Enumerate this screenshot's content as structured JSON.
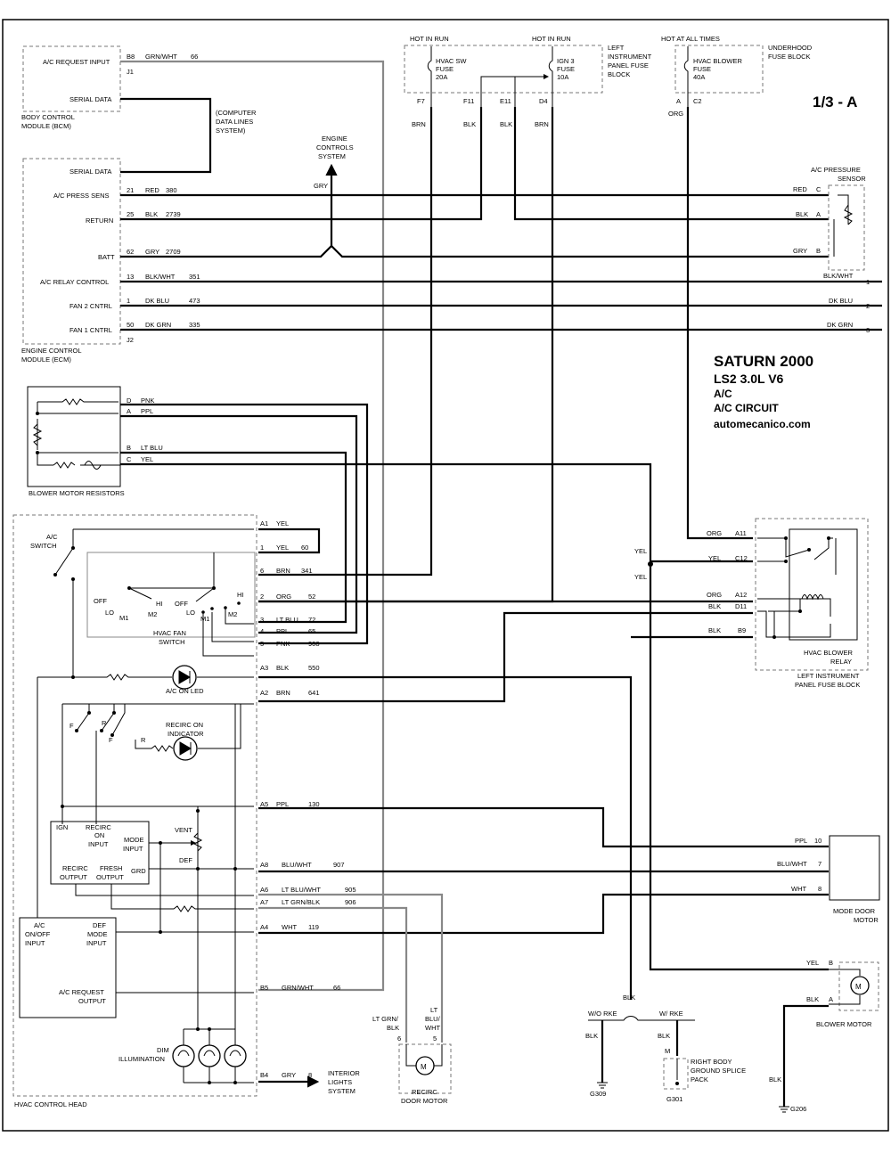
{
  "page_ref": "1/3 - A",
  "title_block": {
    "make": "SATURN 2000",
    "engine": "LS2   3.0L  V6",
    "system": "A/C",
    "circuit": "A/C CIRCUIT",
    "site": "automecanico.com"
  },
  "power": {
    "hot_in_run_1": "HOT IN RUN",
    "hot_in_run_2": "HOT IN RUN",
    "hot_at_all_times": "HOT AT ALL TIMES",
    "left_ip_fuse_block": [
      "LEFT",
      "INSTRUMENT",
      "PANEL FUSE",
      "BLOCK"
    ],
    "underhood_fuse_block": [
      "UNDERHOOD",
      "FUSE BLOCK"
    ],
    "fuse_hvac_sw": [
      "HVAC SW",
      "FUSE",
      "20A"
    ],
    "fuse_ign3": [
      "IGN 3",
      "FUSE",
      "10A"
    ],
    "fuse_blower": [
      "HVAC BLOWER",
      "FUSE",
      "40A"
    ],
    "terminals": [
      "F7",
      "F11",
      "E11",
      "D4",
      "A",
      "C2"
    ],
    "wire_colors": [
      "BRN",
      "BLK",
      "BLK",
      "BRN",
      "ORG"
    ]
  },
  "bcm": {
    "label": [
      "BODY CONTROL",
      "MODULE (BCM)"
    ],
    "ac_request_input": "A/C REQUEST INPUT",
    "serial_data": "SERIAL DATA",
    "pin_b8": "B8",
    "wire_b8": "GRN/WHT",
    "circuit_b8": "66",
    "connector": "J1"
  },
  "data_lines": [
    "(COMPUTER",
    "DATA LINES",
    "SYSTEM)"
  ],
  "engine_controls": [
    "ENGINE",
    "CONTROLS",
    "SYSTEM"
  ],
  "gry_label": "GRY",
  "ecm": {
    "label": [
      "ENGINE CONTROL",
      "MODULE (ECM)"
    ],
    "serial_data": "SERIAL DATA",
    "connector": "J2",
    "rows": [
      {
        "name": "A/C PRESS SENS",
        "pin": "21",
        "wire": "RED",
        "circuit": "380"
      },
      {
        "name": "RETURN",
        "pin": "25",
        "wire": "BLK",
        "circuit": "2739"
      },
      {
        "name": "BATT",
        "pin": "62",
        "wire": "GRY",
        "circuit": "2709"
      },
      {
        "name": "A/C RELAY CONTROL",
        "pin": "13",
        "wire": "BLK/WHT",
        "circuit": "351"
      },
      {
        "name": "FAN 2 CNTRL",
        "pin": "1",
        "wire": "DK BLU",
        "circuit": "473"
      },
      {
        "name": "FAN 1 CNTRL",
        "pin": "50",
        "wire": "DK GRN",
        "circuit": "335"
      }
    ]
  },
  "pressure_sensor": {
    "label": [
      "A/C PRESSURE",
      "SENSOR"
    ],
    "pins": [
      {
        "wire": "RED",
        "pin": "C"
      },
      {
        "wire": "BLK",
        "pin": "A"
      },
      {
        "wire": "GRY",
        "pin": "B"
      }
    ]
  },
  "right_refs": [
    {
      "wire": "BLK/WHT",
      "ref": "1"
    },
    {
      "wire": "DK BLU",
      "ref": "2"
    },
    {
      "wire": "DK GRN",
      "ref": "3"
    }
  ],
  "blower_resistors": {
    "label": "BLOWER MOTOR RESISTORS",
    "pins": [
      {
        "pin": "D",
        "wire": "PNK"
      },
      {
        "pin": "A",
        "wire": "PPL"
      },
      {
        "pin": "B",
        "wire": "LT BLU"
      },
      {
        "pin": "C",
        "wire": "YEL"
      }
    ]
  },
  "head_pins": [
    {
      "pin": "A1",
      "wire": "YEL",
      "circuit": ""
    },
    {
      "pin": "1",
      "wire": "YEL",
      "circuit": "60"
    },
    {
      "pin": "6",
      "wire": "BRN",
      "circuit": "341"
    },
    {
      "pin": "2",
      "wire": "ORG",
      "circuit": "52"
    },
    {
      "pin": "3",
      "wire": "LT BLU",
      "circuit": "72"
    },
    {
      "pin": "4",
      "wire": "PPL",
      "circuit": "65"
    },
    {
      "pin": "5",
      "wire": "PNK",
      "circuit": "908"
    },
    {
      "pin": "A3",
      "wire": "BLK",
      "circuit": "550"
    },
    {
      "pin": "A2",
      "wire": "BRN",
      "circuit": "641"
    },
    {
      "pin": "A5",
      "wire": "PPL",
      "circuit": "130"
    },
    {
      "pin": "A8",
      "wire": "BLU/WHT",
      "circuit": "907"
    },
    {
      "pin": "A6",
      "wire": "LT BLU/WHT",
      "circuit": "905"
    },
    {
      "pin": "A7",
      "wire": "LT GRN/BLK",
      "circuit": "906"
    },
    {
      "pin": "A4",
      "wire": "WHT",
      "circuit": "119"
    },
    {
      "pin": "B5",
      "wire": "GRN/WHT",
      "circuit": "66"
    },
    {
      "pin": "B4",
      "wire": "GRY",
      "circuit": "8"
    }
  ],
  "hvac_head": {
    "label": "HVAC CONTROL HEAD",
    "ac_switch": [
      "A/C",
      "SWITCH"
    ],
    "fan_switch": [
      "HVAC FAN",
      "SWITCH"
    ],
    "fan_positions": [
      "OFF",
      "LO",
      "M1",
      "M2",
      "HI",
      "OFF",
      "LO",
      "M1",
      "M2",
      "HI"
    ],
    "ac_on_led": "A/C ON LED",
    "recirc_indicator": [
      "RECIRC ON",
      "INDICATOR"
    ],
    "recirc_positions": [
      "F",
      "R",
      "F",
      "R"
    ],
    "module_left": [
      "IGN",
      "RECIRC",
      "ON",
      "INPUT",
      "MODE",
      "INPUT",
      "RECIRC",
      "OUTPUT",
      "FRESH",
      "OUTPUT",
      "GRD"
    ],
    "vent": "VENT",
    "def": "DEF",
    "module_bottom": [
      "A/C",
      "ON/OFF",
      "INPUT",
      "DEF",
      "MODE",
      "INPUT",
      "A/C REQUEST",
      "OUTPUT"
    ],
    "dim_illumination": [
      "DIM",
      "ILLUMINATION"
    ],
    "interior_lights": [
      "INTERIOR",
      "LIGHTS",
      "SYSTEM"
    ]
  },
  "blower_relay": {
    "label": [
      "HVAC BLOWER",
      "RELAY"
    ],
    "fuse_block": [
      "LEFT INSTRUMENT",
      "PANEL FUSE BLOCK"
    ],
    "pins": [
      {
        "wire": "ORG",
        "pin": "A11"
      },
      {
        "wire": "YEL",
        "pin": "C12"
      },
      {
        "wire": "ORG",
        "pin": "A12"
      },
      {
        "wire": "BLK",
        "pin": "D11"
      },
      {
        "wire": "BLK",
        "pin": "B9"
      }
    ],
    "splice": [
      "YEL",
      "YEL"
    ]
  },
  "mode_motor": {
    "label": [
      "MODE DOOR",
      "MOTOR"
    ],
    "pins": [
      {
        "wire": "PPL",
        "pin": "10"
      },
      {
        "wire": "BLU/WHT",
        "pin": "7"
      },
      {
        "wire": "WHT",
        "pin": "8"
      }
    ]
  },
  "blower_motor": {
    "label": "BLOWER MOTOR",
    "pins": [
      {
        "wire": "YEL",
        "pin": "B"
      },
      {
        "wire": "BLK",
        "pin": "A"
      }
    ]
  },
  "recirc_motor": {
    "label": [
      "RECIRC",
      "DOOR MOTOR"
    ],
    "left_wire": [
      "LT GRN/",
      "BLK"
    ],
    "left_pin": "6",
    "right_wire": [
      "LT",
      "BLU/",
      "WHT"
    ],
    "right_pin": "5"
  },
  "grounds": {
    "blk": "BLK",
    "wo_rke": "W/O RKE",
    "w_rke": "W/ RKE",
    "blk_left": "BLK",
    "blk_right": "BLK",
    "pin_m": "M",
    "splice_pack": [
      "RIGHT BODY",
      "GROUND SPLICE",
      "PACK"
    ],
    "g309": "G309",
    "g301": "G301",
    "blk_g206": "BLK",
    "g206": "G206"
  }
}
